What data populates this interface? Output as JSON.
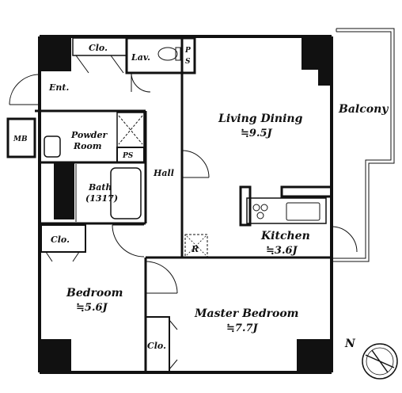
{
  "rooms": {
    "clo_top": "Clo.",
    "lav": "Lav.",
    "ps_top_p": "P",
    "ps_top_s": "S",
    "ent": "Ent.",
    "mb": "MB",
    "powder_line1": "Powder",
    "powder_line2": "Room",
    "ps_mid": "PS",
    "bath_line1": "Bath",
    "bath_line2": "(1317)",
    "hall": "Hall",
    "living": "Living Dining",
    "living_area": "≒9.5J",
    "balcony": "Balcony",
    "kitchen": "Kitchen",
    "kitchen_area": "≒3.6J",
    "refrigerator": "R",
    "clo_left": "Clo.",
    "bedroom": "Bedroom",
    "bedroom_area": "≒5.6J",
    "master": "Master Bedroom",
    "master_area": "≒7.7J",
    "clo_bottom": "Clo.",
    "north": "N"
  },
  "colors": {
    "wall": "#111111",
    "pillar": "#111111",
    "line": "#222222"
  }
}
